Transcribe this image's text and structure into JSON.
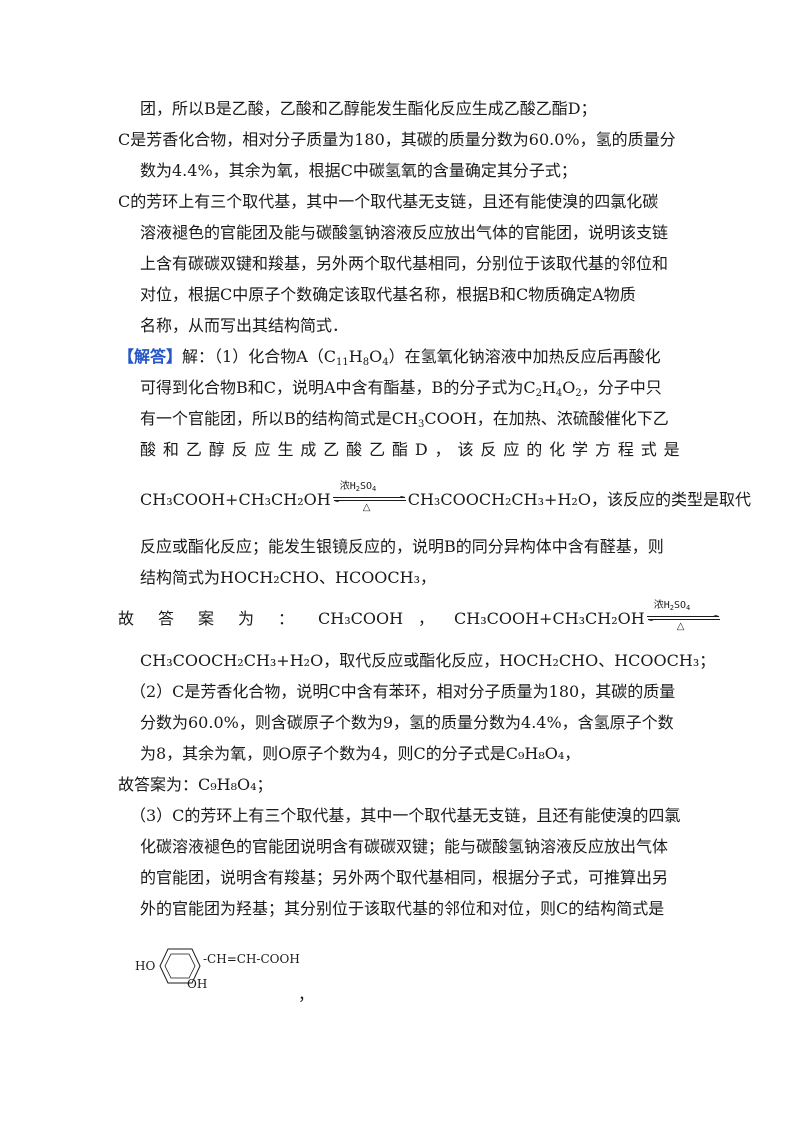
{
  "lines": {
    "l1": "团，所以B是乙酸，乙酸和乙醇能发生酯化反应生成乙酸乙酯D；",
    "l2": "C是芳香化合物，相对分子质量为180，其碳的质量分数为60.0%，氢的质量分",
    "l3": "数为4.4%，其余为氧，根据C中碳氢氧的含量确定其分子式；",
    "l4": "C的芳环上有三个取代基，其中一个取代基无支链，且还有能使溴的四氯化碳",
    "l5": "溶液褪色的官能团及能与碳酸氢钠溶液反应放出气体的官能团，说明该支链",
    "l6": "上含有碳碳双键和羧基，另外两个取代基相同，分别位于该取代基的邻位和",
    "l7": "对位，根据C中原子个数确定该取代基名称，根据B和C物质确定A物质",
    "l8": "名称，从而写出其结构简式．",
    "answer_tag": "【解答】",
    "l9_pre": "解：（1）化合物A（C",
    "l9_sub1": "11",
    "l9_mid1": "H",
    "l9_sub2": "8",
    "l9_mid2": "O",
    "l9_sub3": "4",
    "l9_post": "）在氢氧化钠溶液中加热反应后再酸化",
    "l10_a": "可得到化合物B和C，说明A中含有酯基，B的分子式为C",
    "l10_s1": "2",
    "l10_b": "H",
    "l10_s2": "4",
    "l10_c": "O",
    "l10_s3": "2",
    "l10_d": "，分子中只",
    "l11_a": "有一个官能团，所以B的结构简式是CH",
    "l11_s1": "3",
    "l11_b": "COOH，在加热、浓硫酸催化下乙",
    "l12_words": [
      "酸",
      "和",
      "乙",
      "醇",
      "反",
      "应",
      "生",
      "成",
      "乙",
      "酸",
      "乙",
      "酯",
      "D",
      "，",
      "该",
      "反",
      "应",
      "的",
      "化",
      "学",
      "方",
      "程",
      "式",
      "是"
    ],
    "eq1_left": "CH₃COOH+CH₃CH₂OH",
    "eq1_right": "CH₃COOCH₂CH₃+H₂O",
    "eq1_tail": "，该反应的类型是取代",
    "cond_top_a": "浓H",
    "cond_top_s1": "2",
    "cond_top_b": "SO",
    "cond_top_s2": "4",
    "cond_bottom": "△",
    "l14": "反应或酯化反应；能发生银镜反应的，说明B的同分异构体中含有醛基，则",
    "l15": "结构简式为HOCH₂CHO、HCOOCH₃，",
    "ans1_words": [
      "故",
      "答",
      "案",
      "为",
      "："
    ],
    "ans1_a": "CH₃COOH",
    "ans1_comma": "，",
    "ans1_b": "CH₃COOH+CH₃CH₂OH",
    "l17": "CH₃COOCH₂CH₃+H₂O，取代反应或酯化反应，HOCH₂CHO、HCOOCH₃；",
    "l18": "（2）C是芳香化合物，说明C中含有苯环，相对分子质量为180，其碳的质量",
    "l19": "分数为60.0%，则含碳原子个数为9，氢的质量分数为4.4%，含氢原子个数",
    "l20": "为8，其余为氧，则O原子个数为4，则C的分子式是C₉H₈O₄，",
    "l21": "故答案为：C₉H₈O₄；",
    "l22": "（3）C的芳环上有三个取代基，其中一个取代基无支链，且还有能使溴的四氯",
    "l23": "化碳溶液褪色的官能团说明含有碳碳双键；能与碳酸氢钠溶液反应放出气体",
    "l24": "的官能团，说明含有羧基；另外两个取代基相同，根据分子式，可推算出另",
    "l25": "外的官能团为羟基；其分别位于该取代基的邻位和对位，则C的结构简式是",
    "trailing_comma": "，"
  },
  "structure": {
    "left_group": "HO",
    "side_chain": "-CH=CH-COOH",
    "bottom_group": "OH"
  }
}
